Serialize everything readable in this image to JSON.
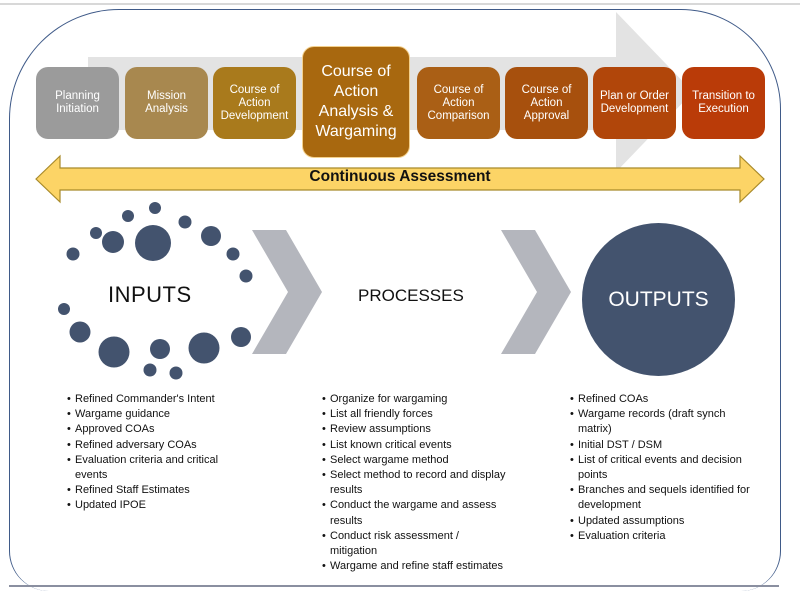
{
  "diagram": {
    "steps": [
      {
        "label": "Planning Initiation",
        "color": "#9b9b9b"
      },
      {
        "label": "Mission Analysis",
        "color": "#a8884f"
      },
      {
        "label": "Course of Action Development",
        "color": "#a97a1c"
      },
      {
        "label": "Course of Action Analysis & Wargaming",
        "color": "#a8680f",
        "highlighted": true
      },
      {
        "label": "Course of Action Comparison",
        "color": "#aa5f15"
      },
      {
        "label": "Course of Action Approval",
        "color": "#a7500d"
      },
      {
        "label": "Plan or Order Development",
        "color": "#b1460a"
      },
      {
        "label": "Transition to Execution",
        "color": "#ba3b08"
      }
    ],
    "continuous_assessment": "Continuous Assessment",
    "inputs": {
      "title": "INPUTS",
      "items": [
        "Refined Commander's Intent",
        "Wargame guidance",
        "Approved COAs",
        "Refined adversary COAs",
        "Evaluation criteria and critical events",
        "Refined Staff Estimates",
        "Updated IPOE"
      ]
    },
    "processes": {
      "title": "PROCESSES",
      "items": [
        "Organize for wargaming",
        "List all friendly forces",
        "Review assumptions",
        "List known critical events",
        "Select wargame method",
        "Select method to record and display results",
        "Conduct the wargame and assess results",
        "Conduct risk assessment / mitigation",
        "Wargame and refine staff estimates"
      ]
    },
    "outputs": {
      "title": "OUTPUTS",
      "items": [
        "Refined COAs",
        "Wargame records (draft synch matrix)",
        "Initial DST / DSM",
        "List of critical events and decision points",
        "Branches and sequels identified for development",
        "Updated assumptions",
        "Evaluation criteria"
      ]
    },
    "colors": {
      "dot": "#43536e",
      "chevron": "#b4b6bd",
      "assessment_fill": "#fcd466",
      "assessment_stroke": "#a88a2b",
      "frame": "#3f5a88"
    }
  }
}
